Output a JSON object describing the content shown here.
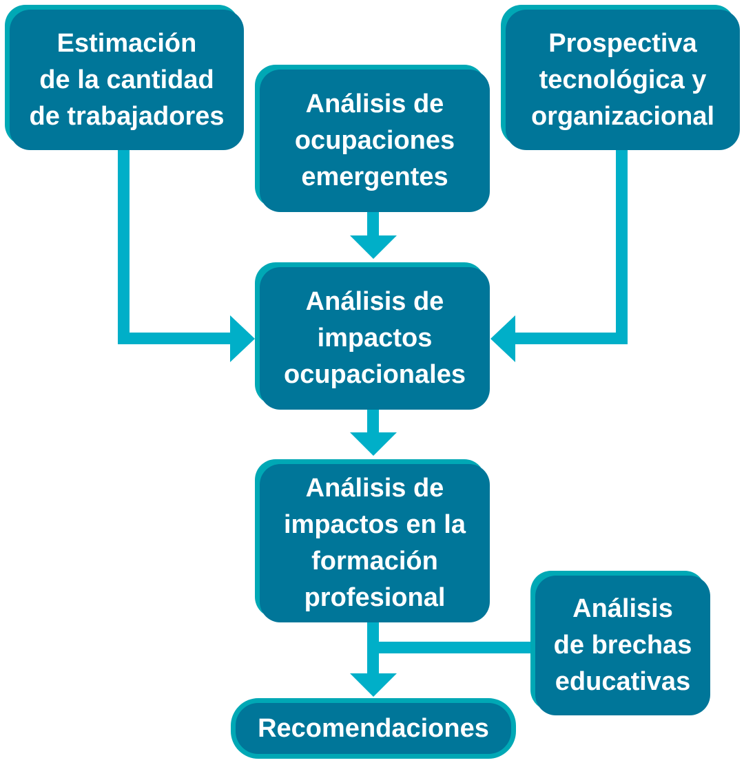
{
  "nodes": {
    "estimacion": "Estimación\nde la cantidad\nde trabajadores",
    "prospectiva": "Prospectiva\ntecnológica y\norganizacional",
    "ocupaciones": "Análisis de\nocupaciones\nemergentes",
    "impactos_ocupacionales": "Análisis de\nimpactos\nocupacionales",
    "formacion": "Análisis de\nimpactos en la\nformación\nprofesional",
    "brechas": "Análisis\nde brechas\neducativas",
    "recomendaciones": "Recomendaciones"
  },
  "colors": {
    "box_fill": "#007699",
    "box_accent": "#00a8b5",
    "connector": "#00afc8",
    "text": "#ffffff"
  }
}
